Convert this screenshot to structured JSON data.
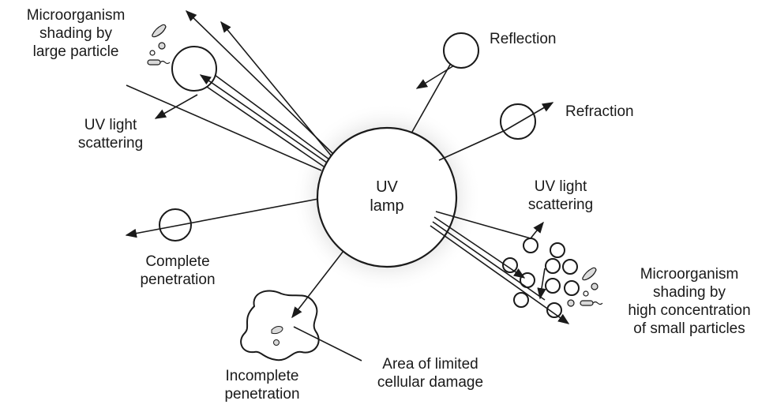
{
  "lamp": {
    "line1": "UV",
    "line2": "lamp"
  },
  "labels": {
    "shading_large": [
      "Microorganism",
      "shading by",
      "large particle"
    ],
    "scatter_left": [
      "UV light",
      "scattering"
    ],
    "reflection": [
      "Reflection"
    ],
    "refraction": [
      "Refraction"
    ],
    "scatter_right": [
      "UV light",
      "scattering"
    ],
    "complete": [
      "Complete",
      "penetration"
    ],
    "incomplete": [
      "Incomplete",
      "penetration"
    ],
    "limited": [
      "Area of limited",
      "cellular damage"
    ],
    "shading_small": [
      "Microorganism",
      "shading by",
      "high concentration",
      "of small particles"
    ]
  }
}
